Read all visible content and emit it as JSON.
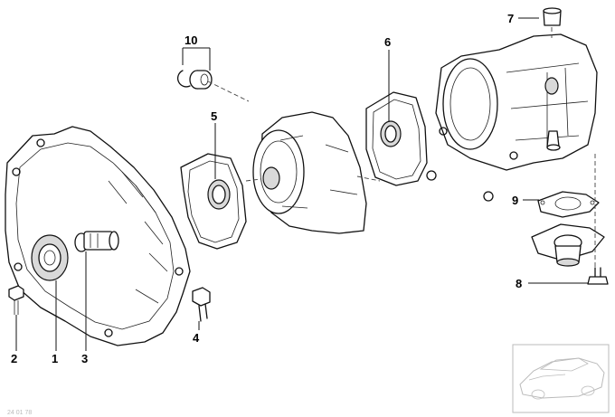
{
  "labels": {
    "p1": "1",
    "p2": "2",
    "p3": "3",
    "p4": "4",
    "p5": "5",
    "p6": "6",
    "p7": "7",
    "p8": "8",
    "p9": "9",
    "p10": "10"
  },
  "footer_code": "24 01 78",
  "colors": {
    "line": "#111111",
    "thumb_line": "#bbbbbb",
    "background": "#ffffff"
  }
}
